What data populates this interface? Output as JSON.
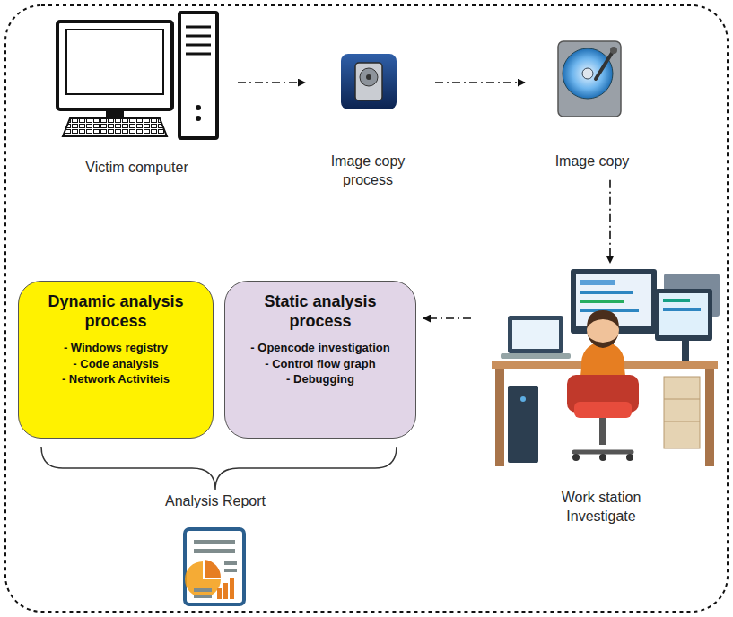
{
  "diagram": {
    "nodes": [
      {
        "text": [
          "Victim computer"
        ]
      },
      {
        "text": [
          "Image copy process"
        ]
      },
      {
        "text": [
          "Image copy"
        ]
      },
      {
        "text": [
          "Work station Investigate"
        ]
      },
      {
        "text": [
          "Dynamic analysis process",
          "- Windows registry",
          "- Code analysis",
          "- Network Activiteis"
        ]
      },
      {
        "text": [
          "Static analysis process",
          "- Opencode investigation",
          "- Control flow graph",
          "- Debugging"
        ]
      }
    ],
    "edges": [
      {
        "from": 0,
        "to": 1,
        "arrow": "to"
      },
      {
        "from": 1,
        "to": 2,
        "arrow": "to"
      },
      {
        "from": 2,
        "to": 3,
        "arrow": "to"
      },
      {
        "from": 3,
        "to": 5,
        "arrow": "to"
      }
    ],
    "labels": [
      "Analysis Report"
    ]
  }
}
